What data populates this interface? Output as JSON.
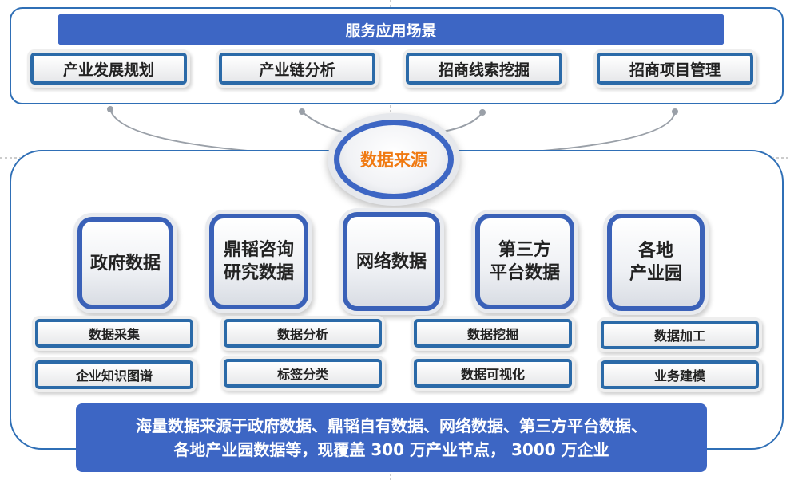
{
  "top_section": {
    "title": "服务应用场景",
    "scenes": [
      "产业发展规划",
      "产业链分析",
      "招商线索挖掘",
      "招商项目管理"
    ]
  },
  "hub": {
    "label": "数据来源"
  },
  "sources": [
    {
      "label": "政府数据"
    },
    {
      "label": "鼎韬咨询\n研究数据"
    },
    {
      "label": "网络数据"
    },
    {
      "label": "第三方\n平台数据"
    },
    {
      "label": "各地\n产业园"
    }
  ],
  "capabilities": [
    [
      "数据采集",
      "企业知识图谱"
    ],
    [
      "数据分析",
      "标签分类"
    ],
    [
      "数据挖掘",
      "数据可视化"
    ],
    [
      "数据加工",
      "业务建模"
    ]
  ],
  "summary": {
    "line1": "海量数据来源于政府数据、鼎韬自有数据、网络数据、第三方平台数据、",
    "line2": "各地产业园数据等，现覆盖 300 万产业节点， 3000 万企业"
  },
  "colors": {
    "accent": "#3d66c4",
    "hub_text": "#f07a12",
    "border": "#2f6fb6"
  }
}
